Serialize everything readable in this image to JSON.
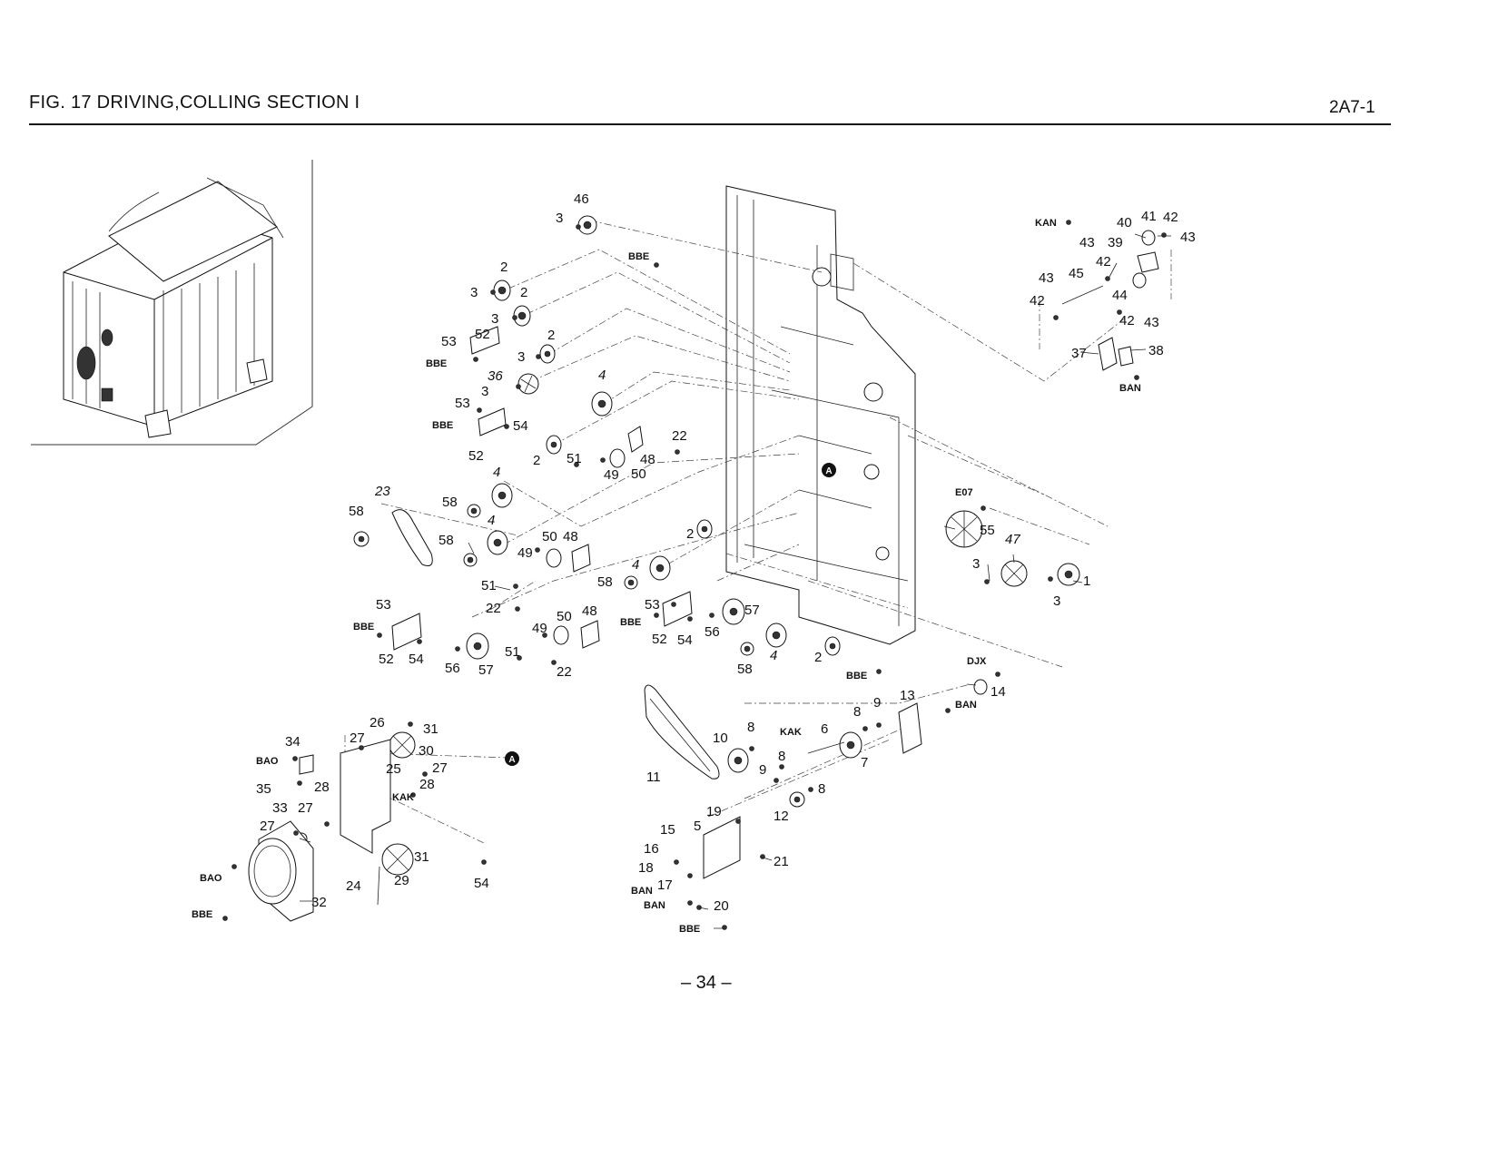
{
  "header": {
    "title": "FIG. 17  DRIVING,COLLING SECTION I",
    "code": "2A7-1"
  },
  "page_number": "– 34 –",
  "marker": "A",
  "labels": {
    "n1": "1",
    "n2": "2",
    "n3": "3",
    "n4": "4",
    "n5": "5",
    "n6": "6",
    "n7": "7",
    "n8": "8",
    "n9": "9",
    "n10": "10",
    "n11": "11",
    "n12": "12",
    "n13": "13",
    "n14": "14",
    "n15": "15",
    "n16": "16",
    "n17": "17",
    "n18": "18",
    "n19": "19",
    "n20": "20",
    "n21": "21",
    "n22": "22",
    "n23": "23",
    "n24": "24",
    "n25": "25",
    "n26": "26",
    "n27": "27",
    "n28": "28",
    "n29": "29",
    "n30": "30",
    "n31": "31",
    "n32": "32",
    "n33": "33",
    "n34": "34",
    "n35": "35",
    "n36": "36",
    "n37": "37",
    "n38": "38",
    "n39": "39",
    "n40": "40",
    "n41": "41",
    "n42": "42",
    "n43": "43",
    "n44": "44",
    "n45": "45",
    "n46": "46",
    "n47": "47",
    "n48": "48",
    "n49": "49",
    "n50": "50",
    "n51": "51",
    "n52": "52",
    "n53": "53",
    "n54": "54",
    "n55": "55",
    "n56": "56",
    "n57": "57",
    "n58": "58"
  },
  "codes": {
    "bbe": "BBE",
    "ban": "BAN",
    "bao": "BAO",
    "kan": "KAN",
    "kak": "KAK",
    "djx": "DJX",
    "e07": "E07"
  }
}
